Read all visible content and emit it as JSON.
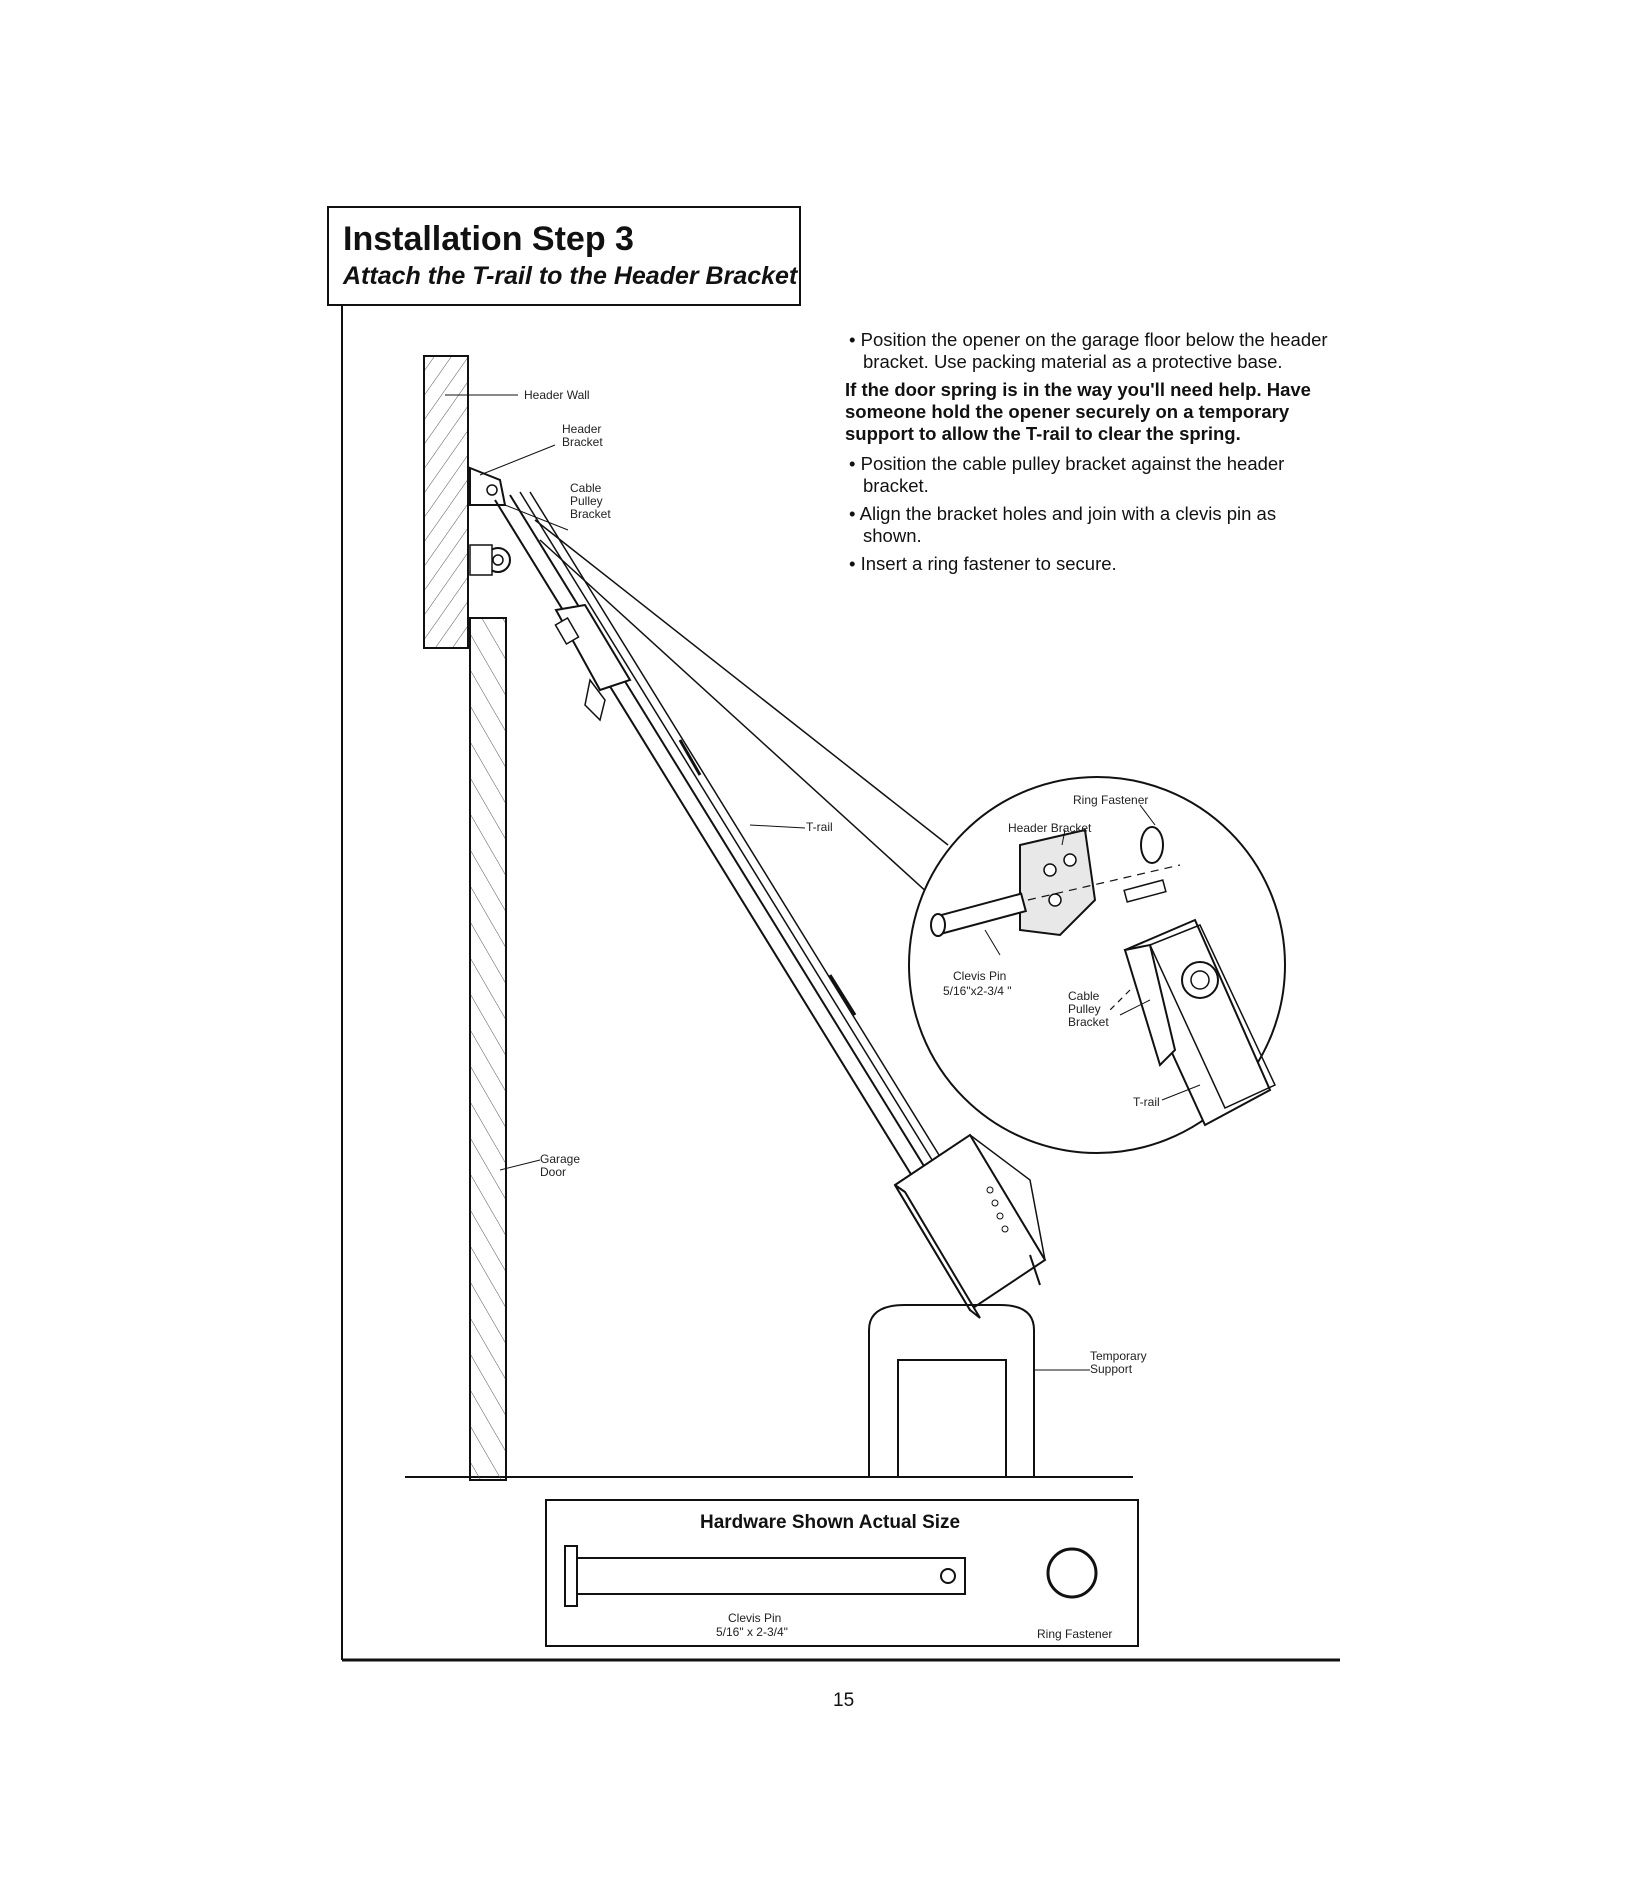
{
  "header": {
    "title": "Installation Step 3",
    "subtitle": "Attach the T-rail to the Header Bracket"
  },
  "instructions": {
    "bullet1": "Position the opener on the garage floor below the header bracket. Use packing material as a protective base.",
    "warning": "If the door spring is in the way you'll need help. Have someone hold the opener securely on a temporary support to allow the T-rail to clear the spring.",
    "bullet2": "Position the cable pulley bracket against the header bracket.",
    "bullet3": "Align the bracket holes and join with a clevis pin as shown.",
    "bullet4": "Insert a ring fastener to secure."
  },
  "diagram_labels": {
    "header_wall": "Header Wall",
    "header_bracket": "Header Bracket",
    "cable_pulley_bracket": "Cable Pulley Bracket",
    "t_rail": "T-rail",
    "garage_door": "Garage Door",
    "temporary_support": "Temporary Support"
  },
  "detail_labels": {
    "ring_fastener": "Ring Fastener",
    "header_bracket": "Header Bracket",
    "clevis_pin": "Clevis Pin",
    "clevis_pin_size": "5/16\"x2-3/4 \"",
    "cable_pulley_bracket": "Cable Pulley Bracket",
    "t_rail": "T-rail"
  },
  "hardware": {
    "title": "Hardware Shown Actual Size",
    "clevis_pin": "Clevis Pin",
    "clevis_pin_size": "5/16\" x 2-3/4\"",
    "ring_fastener": "Ring Fastener"
  },
  "page_number": "15"
}
